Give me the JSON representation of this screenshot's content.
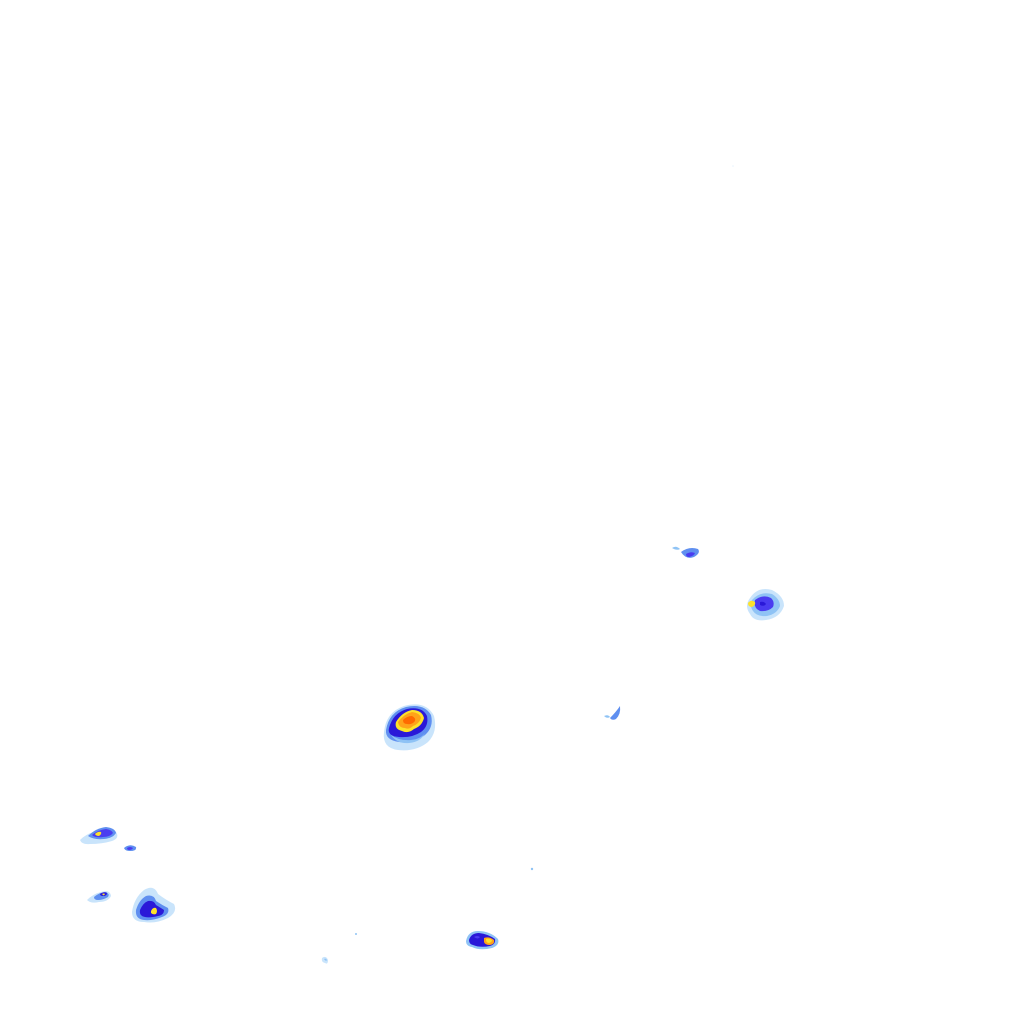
{
  "map": {
    "kind": "weather-radar-overlay",
    "background_color": "#ffffff",
    "intensity_palette": {
      "very_light": "#c9e4fb",
      "light": "#8fc3f5",
      "moderate_light": "#5f8ff0",
      "moderate": "#4a3cf0",
      "heavy": "#2a18d8",
      "very_heavy": "#fde22a",
      "intense": "#ffa31a",
      "extreme": "#ff6a00"
    },
    "echoes": [
      {
        "id": "cell-central",
        "peak_intensity": "extreme"
      },
      {
        "id": "cell-east",
        "peak_intensity": "very_heavy"
      },
      {
        "id": "cell-northeast-small",
        "peak_intensity": "moderate"
      },
      {
        "id": "cell-mid-east-streak",
        "peak_intensity": "moderate_light"
      },
      {
        "id": "cell-southwest-upper",
        "peak_intensity": "very_heavy"
      },
      {
        "id": "cell-southwest-upper-satellite",
        "peak_intensity": "moderate"
      },
      {
        "id": "cell-southwest-lower",
        "peak_intensity": "very_heavy"
      },
      {
        "id": "cell-southwest-lower-small",
        "peak_intensity": "very_heavy"
      },
      {
        "id": "cell-south",
        "peak_intensity": "very_heavy"
      },
      {
        "id": "cell-south-trace",
        "peak_intensity": "light"
      }
    ]
  }
}
